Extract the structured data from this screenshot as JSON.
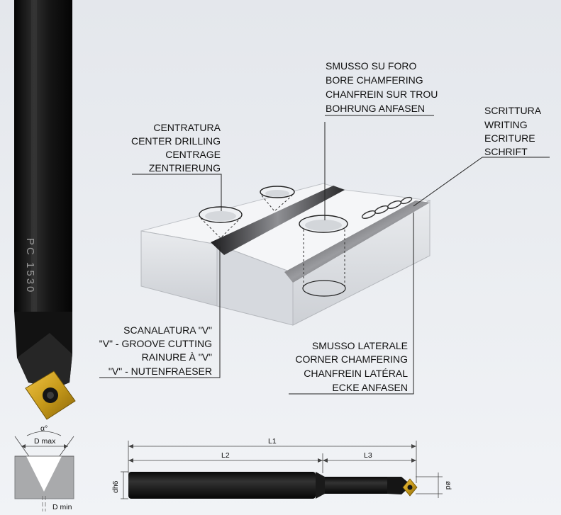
{
  "labels": {
    "bore": [
      "SMUSSO SU FORO",
      "BORE CHAMFERING",
      "CHANFREIN SUR TROU",
      "BOHRUNG ANFASEN"
    ],
    "writing": [
      "SCRITTURA",
      "WRITING",
      "ECRITURE",
      "SCHRIFT"
    ],
    "center": [
      "CENTRATURA",
      "CENTER DRILLING",
      "CENTRAGE",
      "ZENTRIERUNG"
    ],
    "groove": [
      "SCANALATURA \"V\"",
      "\"V\" - GROOVE CUTTING",
      "RAINURE À \"V\"",
      "\"V\" - NUTENFRAESER"
    ],
    "corner": [
      "SMUSSO LATERALE",
      "CORNER CHAMFERING",
      "CHANFREIN LATÉRAL",
      "ECKE ANFASEN"
    ]
  },
  "tool": {
    "shank_marking": "PC 1530"
  },
  "dimensions": {
    "angle": "α°",
    "d_max": "D max",
    "d_min": "D min",
    "l1": "L1",
    "l2": "L2",
    "l3": "L3",
    "dh6": "dh6",
    "d_tip": "ød"
  },
  "colors": {
    "tool_black": "#141414",
    "insert_gold": "#c79a1a",
    "block_face": "#d9dce1",
    "block_top": "#f4f5f7",
    "workpiece_gray": "#a9aaac"
  }
}
